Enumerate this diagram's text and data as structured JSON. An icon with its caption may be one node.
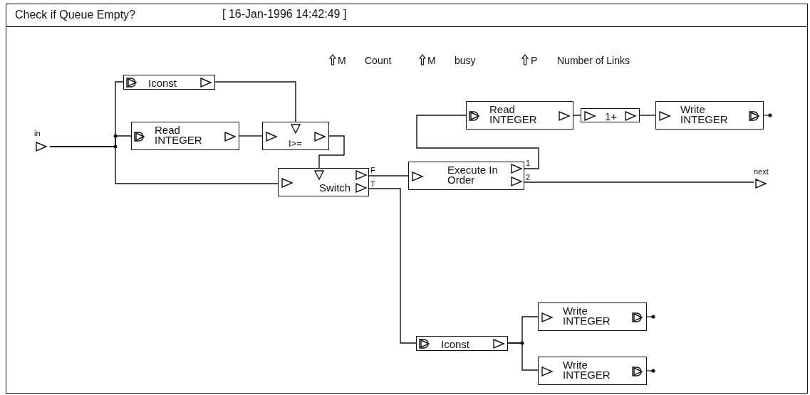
{
  "diagram": {
    "title": "Check if Queue Empty?",
    "nodes": [
      {
        "text": [
          "in"
        ]
      },
      {
        "text": [
          "Iconst"
        ]
      },
      {
        "text": [
          "Read INTEGER"
        ]
      },
      {
        "text": [
          "I>="
        ]
      },
      {
        "text": [
          "Switch"
        ],
        "beside": [
          "F",
          "T"
        ]
      },
      {
        "text": [
          "Execute In Order"
        ],
        "beside": [
          "1",
          "2"
        ]
      },
      {
        "text": [
          "Read INTEGER"
        ]
      },
      {
        "text": [
          "1+"
        ]
      },
      {
        "text": [
          "Write INTEGER"
        ]
      },
      {
        "text": [
          "next"
        ]
      },
      {
        "text": [
          "Iconst"
        ]
      },
      {
        "text": [
          "Write INTEGER"
        ]
      },
      {
        "text": [
          "Write INTEGER"
        ]
      }
    ],
    "edges": [
      {
        "from": 0,
        "to": 1,
        "arrow": "none"
      },
      {
        "from": 0,
        "to": 2,
        "arrow": "none"
      },
      {
        "from": 0,
        "to": 4,
        "arrow": "none"
      },
      {
        "from": 1,
        "to": 3,
        "arrow": "none"
      },
      {
        "from": 2,
        "to": 3,
        "arrow": "none"
      },
      {
        "from": 3,
        "to": 4,
        "arrow": "none"
      },
      {
        "from": 4,
        "to": 5,
        "arrow": "none"
      },
      {
        "from": 4,
        "to": 10,
        "arrow": "none"
      },
      {
        "from": 5,
        "to": 6,
        "arrow": "none"
      },
      {
        "from": 5,
        "to": 9,
        "arrow": "none"
      },
      {
        "from": 6,
        "to": 7,
        "arrow": "none"
      },
      {
        "from": 7,
        "to": 8,
        "arrow": "none"
      },
      {
        "from": 10,
        "to": 11,
        "arrow": "none"
      },
      {
        "from": 10,
        "to": 12,
        "arrow": "none"
      }
    ],
    "labels": [
      "[ 16-Jan-1996 14:42:49 ]",
      "M",
      "Count",
      "M",
      "busy",
      "P",
      "Number of Links"
    ]
  }
}
